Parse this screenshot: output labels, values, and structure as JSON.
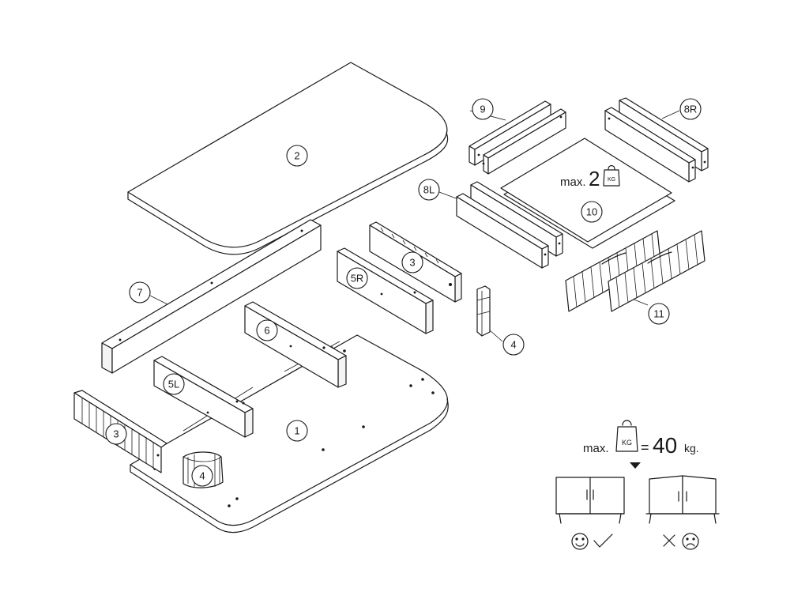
{
  "parts": {
    "p1": "1",
    "p2": "2",
    "p3a": "3",
    "p3b": "3",
    "p4a": "4",
    "p4b": "4",
    "p5L": "5L",
    "p5R": "5R",
    "p6": "6",
    "p7": "7",
    "p8L": "8L",
    "p8R": "8R",
    "p9": "9",
    "p10": "10",
    "p11": "11"
  },
  "drawer_load": {
    "prefix": "max.",
    "value": "2",
    "unit_icon": "KG"
  },
  "door_load": {
    "prefix": "max.",
    "unit_icon": "KG",
    "equals": "=",
    "value": "40",
    "unit": "kg."
  },
  "icons": {
    "ok": "smile-check-icon",
    "bad": "cross-frown-icon"
  }
}
